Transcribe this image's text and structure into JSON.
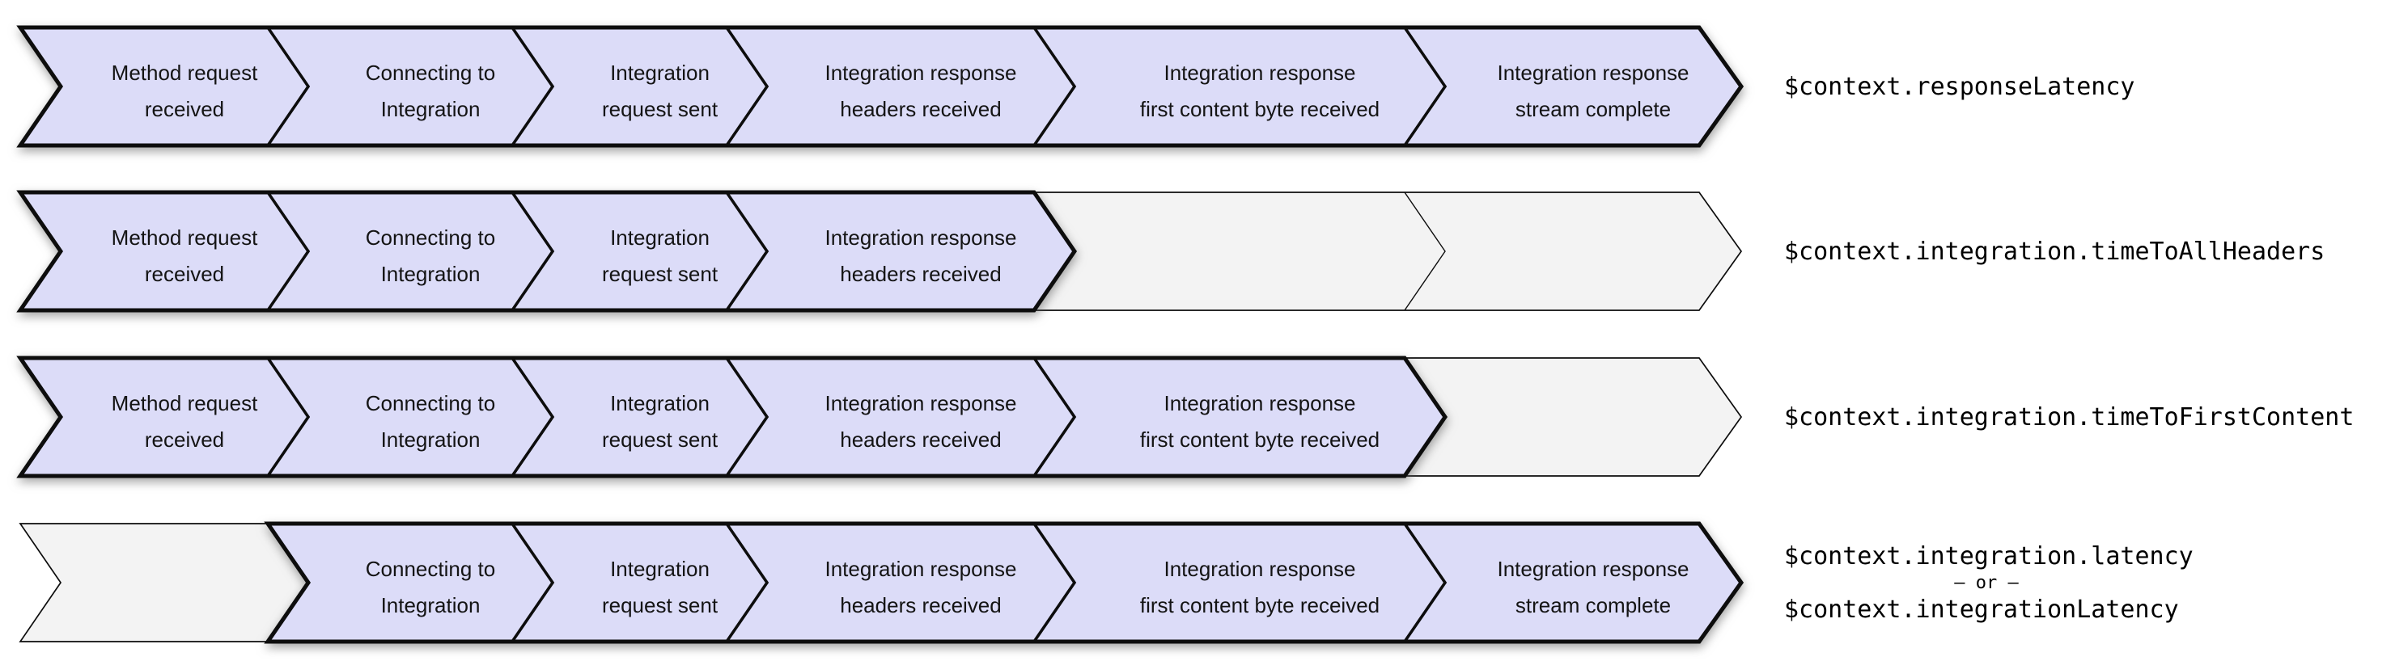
{
  "diagram": {
    "description": "API Gateway streaming latency metrics timeline",
    "colors": {
      "stage_fill": "#dcdcf8",
      "empty_fill": "#f3f3f3",
      "stroke": "#0d0d0d",
      "stage_text": "#141414",
      "metric_text": "#000000",
      "background": "#ffffff"
    },
    "stages": [
      "Method request received",
      "Connecting to Integration",
      "Integration request sent",
      "Integration response headers received",
      "Integration response first content byte received",
      "Integration response stream complete"
    ],
    "rows": [
      {
        "metric": {
          "lines": [
            "$context.responseLatency"
          ],
          "small_line": -1
        },
        "segments": [
          {
            "filled": true,
            "lines": [
              "Method request",
              "received"
            ]
          },
          {
            "filled": true,
            "lines": [
              "Connecting to",
              "Integration"
            ]
          },
          {
            "filled": true,
            "lines": [
              "Integration",
              "request sent"
            ]
          },
          {
            "filled": true,
            "lines": [
              "Integration response",
              "headers received"
            ]
          },
          {
            "filled": true,
            "lines": [
              "Integration response",
              "first content byte received"
            ]
          },
          {
            "filled": true,
            "lines": [
              "Integration response",
              "stream complete"
            ]
          }
        ]
      },
      {
        "metric": {
          "lines": [
            "$context.integration.timeToAllHeaders"
          ],
          "small_line": -1
        },
        "segments": [
          {
            "filled": true,
            "lines": [
              "Method request",
              "received"
            ]
          },
          {
            "filled": true,
            "lines": [
              "Connecting to",
              "Integration"
            ]
          },
          {
            "filled": true,
            "lines": [
              "Integration",
              "request sent"
            ]
          },
          {
            "filled": true,
            "lines": [
              "Integration response",
              "headers received"
            ]
          },
          {
            "filled": false,
            "lines": []
          },
          {
            "filled": false,
            "lines": []
          }
        ]
      },
      {
        "metric": {
          "lines": [
            "$context.integration.timeToFirstContent"
          ],
          "small_line": -1
        },
        "segments": [
          {
            "filled": true,
            "lines": [
              "Method request",
              "received"
            ]
          },
          {
            "filled": true,
            "lines": [
              "Connecting to",
              "Integration"
            ]
          },
          {
            "filled": true,
            "lines": [
              "Integration",
              "request sent"
            ]
          },
          {
            "filled": true,
            "lines": [
              "Integration response",
              "headers received"
            ]
          },
          {
            "filled": true,
            "lines": [
              "Integration response",
              "first content byte received"
            ]
          },
          {
            "filled": false,
            "lines": []
          }
        ]
      },
      {
        "metric": {
          "lines": [
            "$context.integration.latency",
            "– or –",
            "$context.integrationLatency"
          ],
          "small_line": 1
        },
        "segments": [
          {
            "filled": false,
            "lines": []
          },
          {
            "filled": true,
            "lines": [
              "Connecting to",
              "Integration"
            ]
          },
          {
            "filled": true,
            "lines": [
              "Integration",
              "request sent"
            ]
          },
          {
            "filled": true,
            "lines": [
              "Integration response",
              "headers received"
            ]
          },
          {
            "filled": true,
            "lines": [
              "Integration response",
              "first content byte received"
            ]
          },
          {
            "filled": true,
            "lines": [
              "Integration response",
              "stream complete"
            ]
          }
        ]
      }
    ]
  }
}
